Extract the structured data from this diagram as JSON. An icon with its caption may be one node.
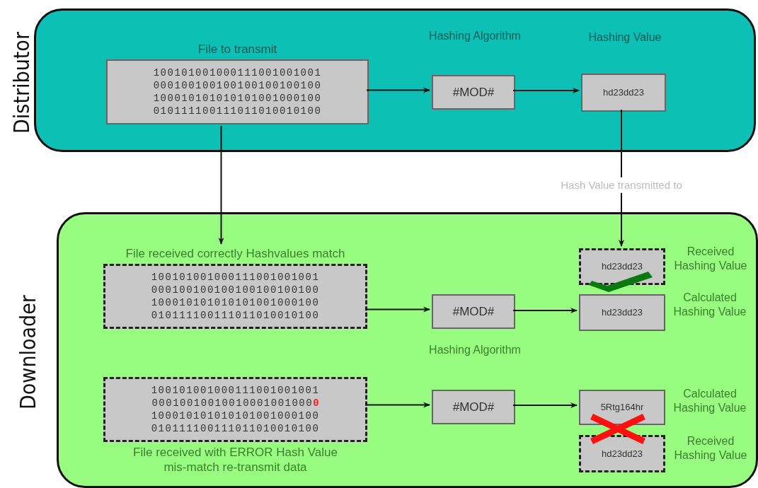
{
  "diagram": {
    "nodes": [
      {
        "text": [
          "Distributor"
        ]
      },
      {
        "text": [
          "File to transmit",
          "100101001000111001001001",
          "000100100100100100100100",
          "100010101010101001000100",
          "010111100111011010010100"
        ],
        "in": 0
      },
      {
        "text": [
          "#MOD#"
        ],
        "in": 0,
        "beside": [
          "Hashing Algorithm"
        ]
      },
      {
        "text": [
          "hd23dd23"
        ],
        "in": 0,
        "beside": [
          "Hashing Value"
        ]
      },
      {
        "text": [
          "Downloader"
        ]
      },
      {
        "text": [
          "File received correctly Hashvalues match",
          "100101001000111001001001",
          "000100100100100100100100",
          "100010101010101001000100",
          "010111100111011010010100"
        ],
        "in": 4
      },
      {
        "text": [
          "#MOD#"
        ],
        "in": 4,
        "beside": [
          "Hashing Algorithm"
        ]
      },
      {
        "text": [
          "hd23dd23"
        ],
        "in": 4,
        "beside": [
          "Received Hashing Value"
        ]
      },
      {
        "text": [
          "hd23dd23"
        ],
        "in": 4,
        "beside": [
          "Calculated Hashing Value"
        ]
      },
      {
        "text": [
          "100101001000111001001001",
          "00010010010010001001000",
          "100010101010101001000100",
          "010111100111011010010100",
          "File received with ERROR Hash Value mis-match re-transmit data"
        ],
        "in": 4
      },
      {
        "text": [
          "#MOD#"
        ],
        "in": 4
      },
      {
        "text": [
          "5Rtg164hr"
        ],
        "in": 4,
        "beside": [
          "Calculated Hashing Value"
        ]
      },
      {
        "text": [
          "hd23dd23"
        ],
        "in": 4,
        "beside": [
          "Received Hashing Value"
        ]
      }
    ],
    "edges": [
      {
        "from": 1,
        "to": 2,
        "arrow": "to"
      },
      {
        "from": 2,
        "to": 3,
        "arrow": "to"
      },
      {
        "from": 1,
        "to": 5,
        "arrow": "to"
      },
      {
        "from": 3,
        "to": 7,
        "arrow": "to",
        "label": "Hash Value transmitted to"
      },
      {
        "from": 5,
        "to": 6,
        "arrow": "to"
      },
      {
        "from": 6,
        "to": 8,
        "arrow": "to"
      },
      {
        "from": 9,
        "to": 10,
        "arrow": "to"
      },
      {
        "from": 10,
        "to": 11,
        "arrow": "to"
      }
    ],
    "labels": [
      "0"
    ]
  }
}
